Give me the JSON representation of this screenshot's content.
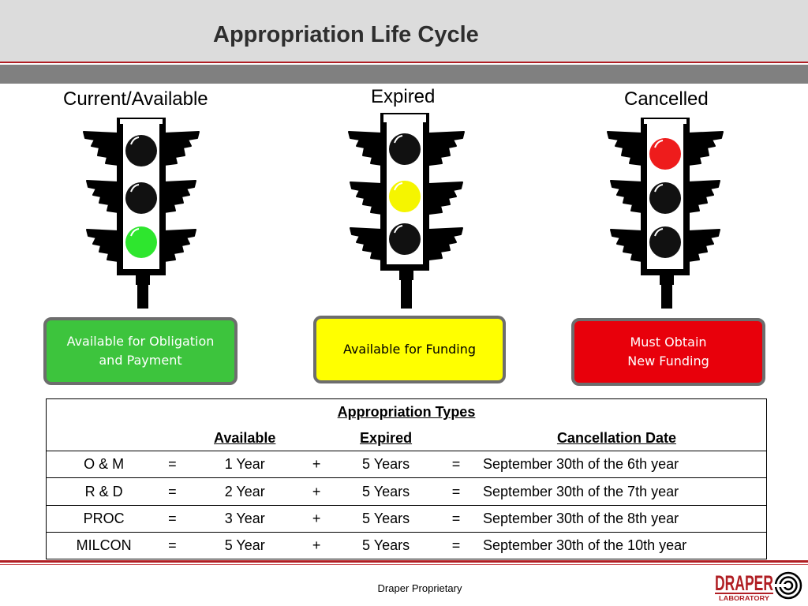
{
  "title": "Appropriation Life Cycle",
  "lights": [
    {
      "label": "Current/Available",
      "box_text": "Available for Obligation\nand Payment",
      "active": "bottom",
      "active_color": "#2ee62e"
    },
    {
      "label": "Expired",
      "box_text": "Available for Funding",
      "active": "middle",
      "active_color": "#f5f500"
    },
    {
      "label": "Cancelled",
      "box_text": "Must Obtain\nNew Funding",
      "active": "top",
      "active_color": "#ee1c1c"
    }
  ],
  "table": {
    "title": "Appropriation Types",
    "headers": {
      "available": "Available",
      "expired": "Expired",
      "cancellation": "Cancellation Date"
    },
    "rows": [
      {
        "type": "O & M",
        "eq1": "=",
        "available": "1 Year",
        "plus": "+",
        "expired": "5 Years",
        "eq2": "=",
        "date": "September 30th of the 6th year"
      },
      {
        "type": "R & D",
        "eq1": "=",
        "available": "2 Year",
        "plus": "+",
        "expired": "5 Years",
        "eq2": "=",
        "date": "September 30th of the 7th year"
      },
      {
        "type": "PROC",
        "eq1": "=",
        "available": "3 Year",
        "plus": "+",
        "expired": "5 Years",
        "eq2": "=",
        "date": "September 30th of the 8th year"
      },
      {
        "type": "MILCON",
        "eq1": "=",
        "available": "5 Year",
        "plus": "+",
        "expired": "5 Years",
        "eq2": "=",
        "date": "September 30th of the 10th year"
      }
    ]
  },
  "footer": "Draper Proprietary",
  "logo": {
    "name": "DRAPER",
    "sub": "LABORATORY",
    "brand_color": "#b01e23"
  }
}
